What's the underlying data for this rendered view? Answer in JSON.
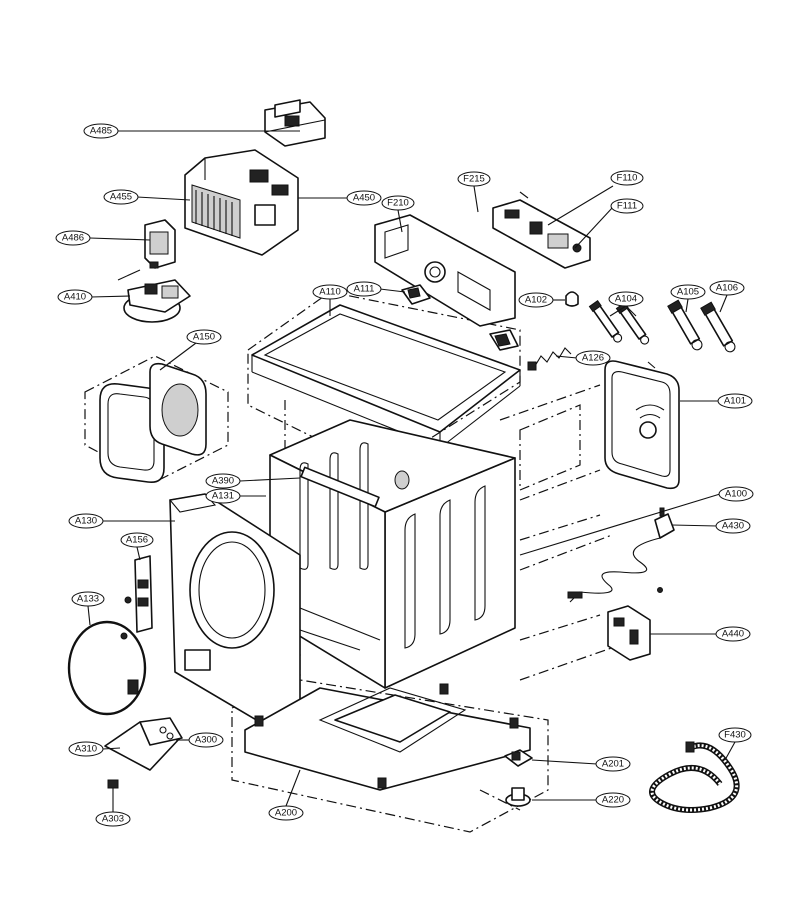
{
  "labels": {
    "A485": "A485",
    "A455": "A455",
    "A450": "A450",
    "A486": "A486",
    "A410": "A410",
    "F215": "F215",
    "F110": "F110",
    "F111": "F111",
    "F210": "F210",
    "A110": "A110",
    "A111": "A111",
    "A102": "A102",
    "A104": "A104",
    "A105": "A105",
    "A106": "A106",
    "A126": "A126",
    "A150": "A150",
    "A101": "A101",
    "A390": "A390",
    "A131": "A131",
    "A100": "A100",
    "A130": "A130",
    "A430": "A430",
    "A156": "A156",
    "A133": "A133",
    "A440": "A440",
    "A310": "A310",
    "A300": "A300",
    "A201": "A201",
    "F430": "F430",
    "A220": "A220",
    "A200": "A200",
    "A303": "A303"
  }
}
